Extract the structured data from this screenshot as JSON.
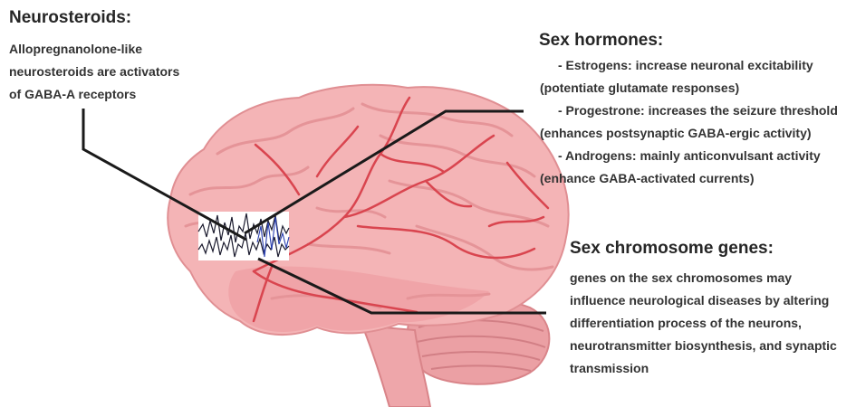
{
  "neurosteroids": {
    "title": "Neurosteroids:",
    "lines": [
      "Allopregnanolone-like",
      "neurosteroids are activators",
      "of GABA-A receptors"
    ]
  },
  "sex_hormones": {
    "title": "Sex hormones:",
    "lines": [
      "- Estrogens: increase neuronal excitability",
      "(potentiate glutamate responses)",
      "- Progestrone: increases the seizure threshold",
      "(enhances postsynaptic GABA-ergic activity)",
      "- Androgens: mainly anticonvulsant activity",
      "(enhance GABA-activated currents)"
    ]
  },
  "sex_chromosome_genes": {
    "title": "Sex chromosome genes:",
    "lines": [
      "genes on the sex chromosomes may",
      "influence neurological diseases by altering",
      "differentiation process of the neurons,",
      "neurotransmitter biosynthesis, and synaptic",
      "transmission"
    ]
  },
  "colors": {
    "brain_fill": "#f4b4b6",
    "brain_shade": "#e89a9d",
    "vessel": "#d9454f",
    "connector": "#1a1a1a",
    "eeg_trace_dark": "#1b1b2e",
    "eeg_trace_blue": "#2a3fb0"
  }
}
